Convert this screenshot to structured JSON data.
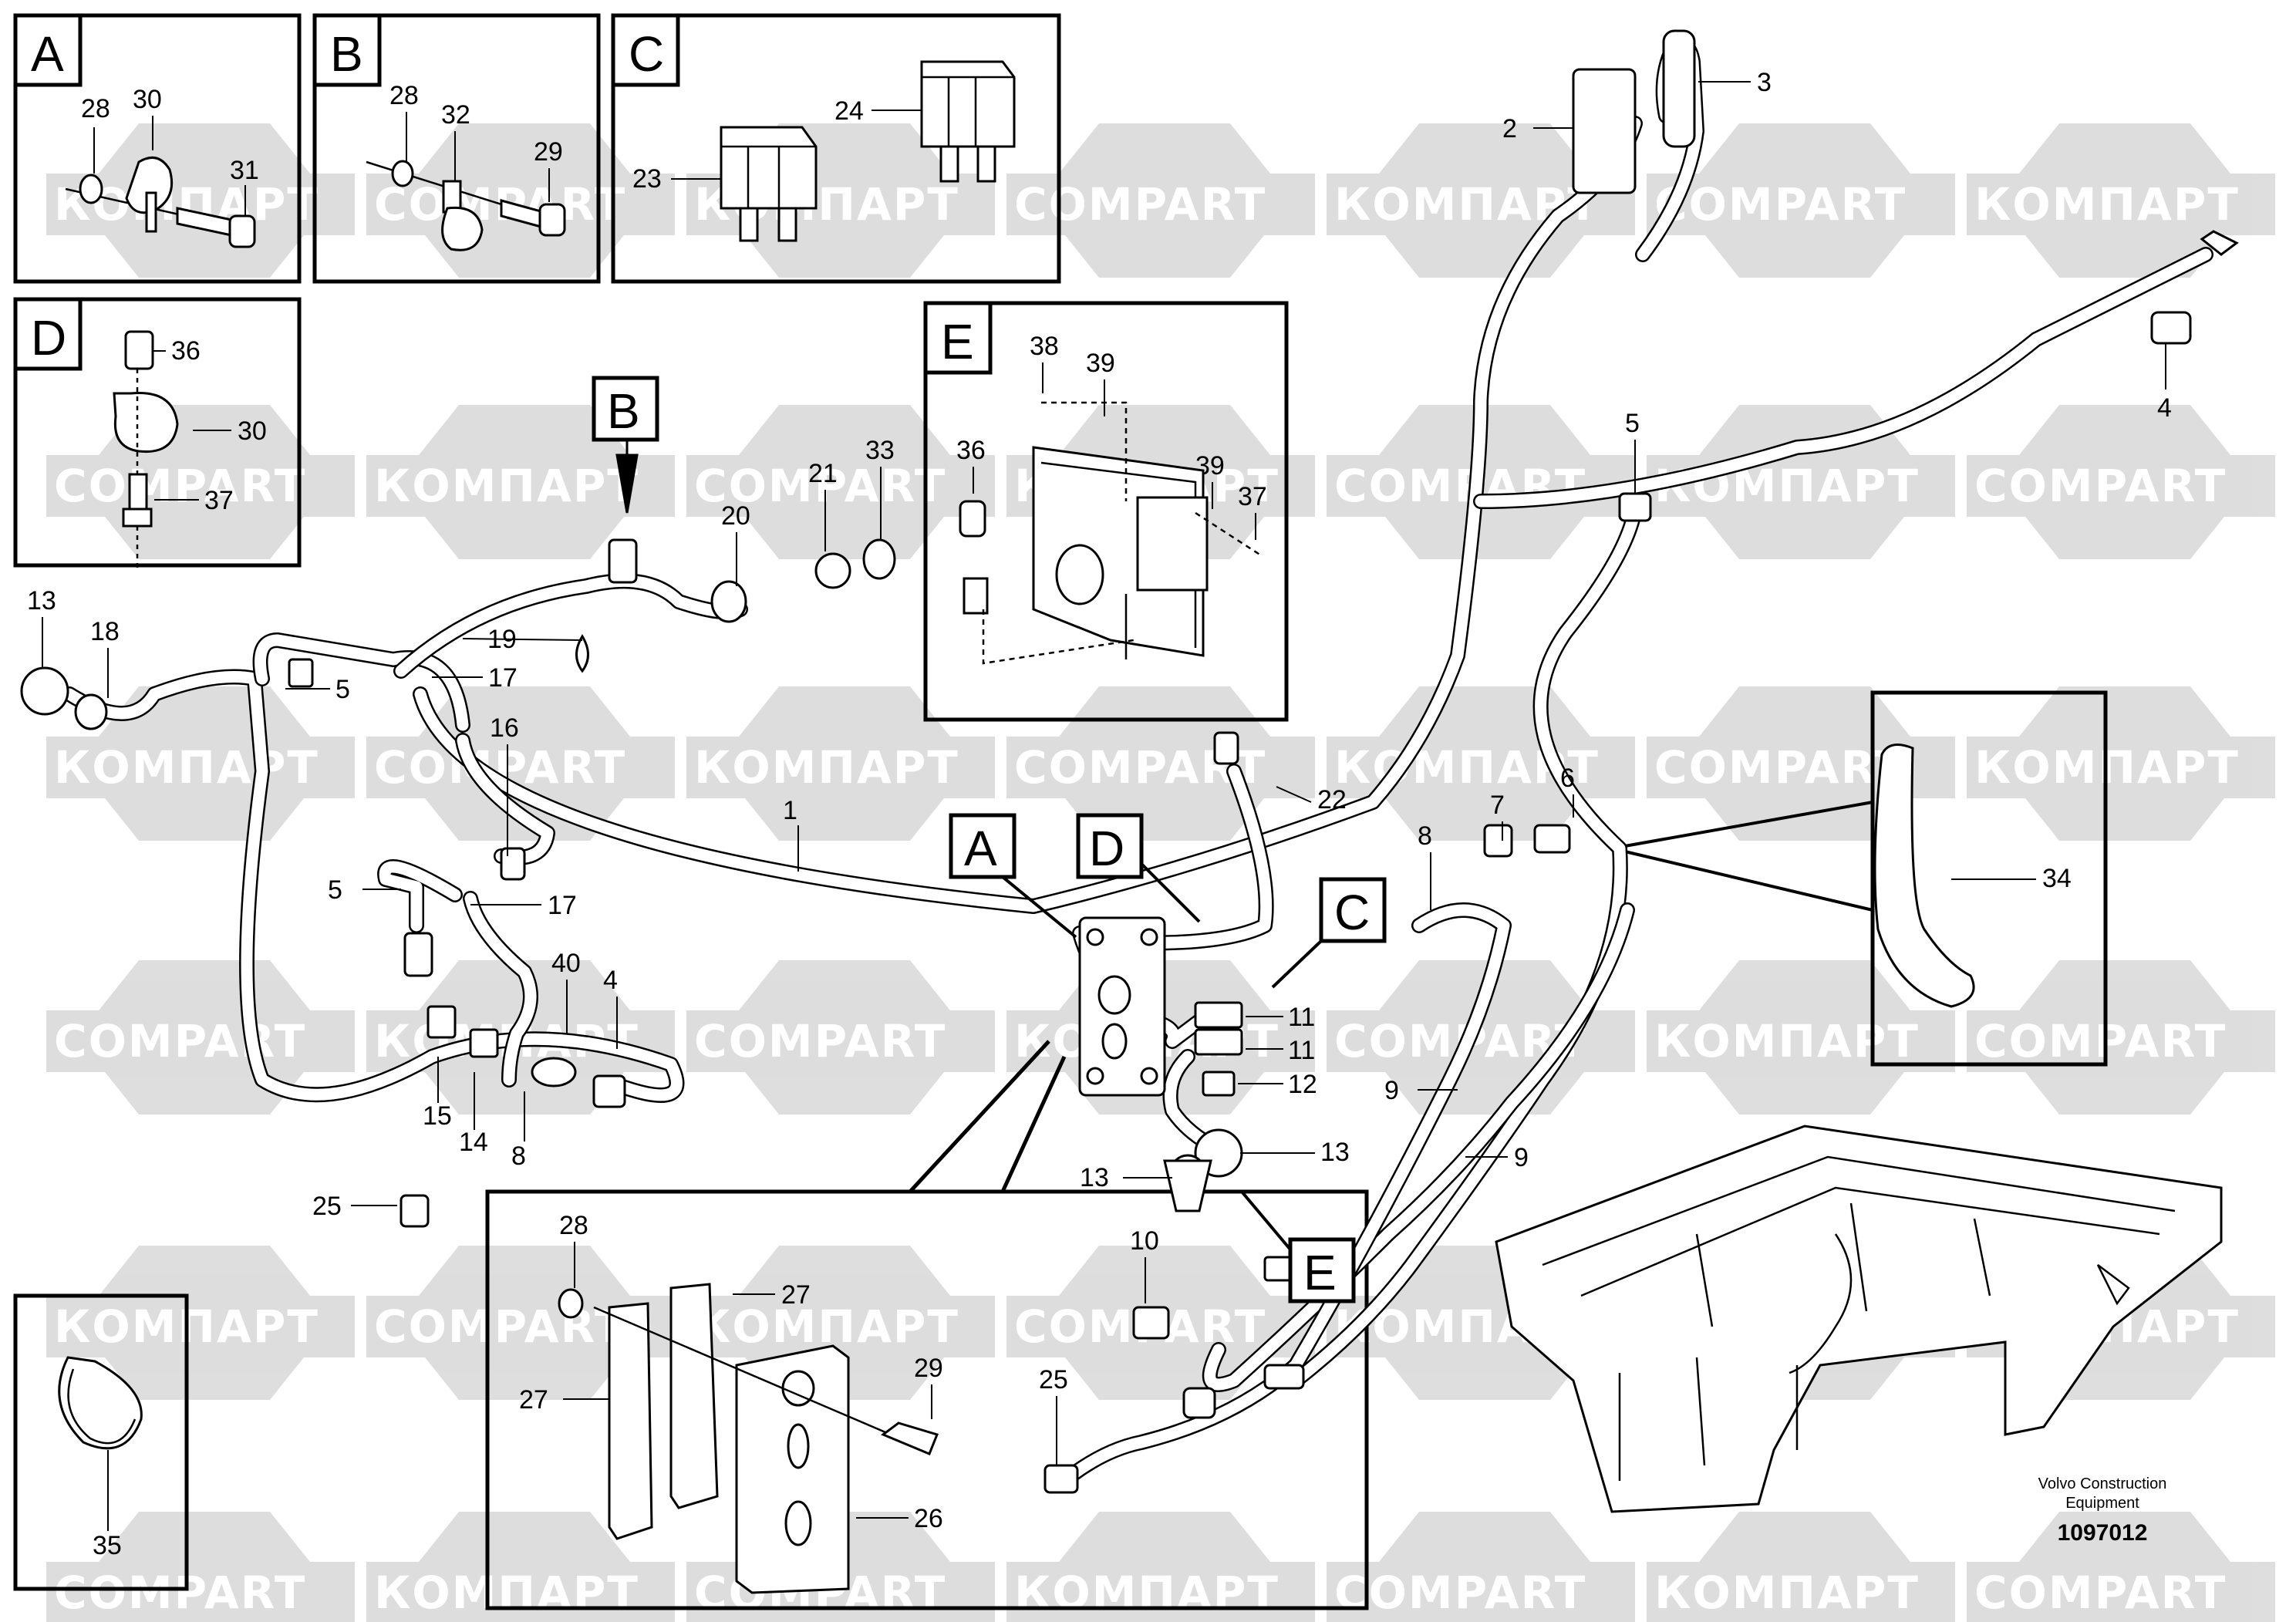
{
  "watermark": {
    "row_text": [
      "КОМПАРТ",
      "COMPART",
      "КОМПАРТ",
      "COMPART",
      "КОМПАРТ",
      "COMPART",
      "КОМПАРТ"
    ]
  },
  "insets": {
    "A": {
      "letter": "A",
      "labels": [
        "28",
        "30",
        "31"
      ]
    },
    "B": {
      "letter": "B",
      "labels": [
        "28",
        "32",
        "29"
      ]
    },
    "C": {
      "letter": "C",
      "labels": [
        "24",
        "23"
      ]
    },
    "D": {
      "letter": "D",
      "labels": [
        "36",
        "30",
        "37"
      ]
    },
    "E": {
      "letter": "E",
      "labels": [
        "38",
        "39",
        "36",
        "39",
        "37"
      ]
    },
    "clamp": {
      "labels": [
        "35"
      ]
    },
    "hose34": {
      "labels": [
        "34"
      ]
    },
    "bracket": {
      "labels": [
        "28",
        "27",
        "27",
        "29",
        "26"
      ]
    }
  },
  "callouts": {
    "B": "B",
    "A": "A",
    "D": "D",
    "C": "C",
    "E": "E"
  },
  "main_labels": {
    "l13a": "13",
    "l18": "18",
    "l5a": "5",
    "l17a": "17",
    "l19": "19",
    "l20": "20",
    "l21": "21",
    "l33": "33",
    "l16": "16",
    "l5b": "5",
    "l17b": "17",
    "l1": "1",
    "l40": "40",
    "l4a": "4",
    "l15": "15",
    "l14": "14",
    "l8a": "8",
    "l25a": "25",
    "l2": "2",
    "l3": "3",
    "l4b": "4",
    "l5c": "5",
    "l22": "22",
    "l6": "6",
    "l7": "7",
    "l8b": "8",
    "l11a": "11",
    "l11b": "11",
    "l12": "12",
    "l13b": "13",
    "l13c": "13",
    "l9a": "9",
    "l9b": "9",
    "l10": "10",
    "l25b": "25"
  },
  "caption": {
    "line1": "Volvo Construction",
    "line2": "Equipment",
    "number": "1097012"
  }
}
